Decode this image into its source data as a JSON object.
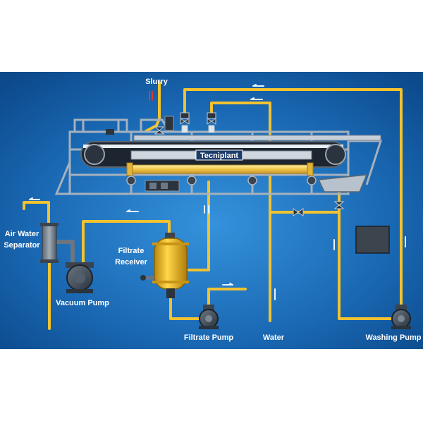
{
  "labels": {
    "slurry": "Slurry",
    "air_water_separator_line1": "Air Water",
    "air_water_separator_line2": "Separator",
    "vacuum_pump": "Vacuum Pump",
    "filtrate_receiver_line1": "Filtrate",
    "filtrate_receiver_line2": "Receiver",
    "filtrate_pump": "Filtrate Pump",
    "water": "Water",
    "washing_pump": "Washing Pump",
    "brand": "Tecniplant"
  },
  "colors": {
    "background_center": "#2f86d0",
    "background_edge": "#0d4f93",
    "pipe": "#f2c230",
    "pipe_dark": "#b8860b",
    "frame": "#9aa6b2",
    "tank": "#f0b820",
    "slurry_arrow": "#d83a3a",
    "flow_arrow": "#e8f4ff"
  }
}
